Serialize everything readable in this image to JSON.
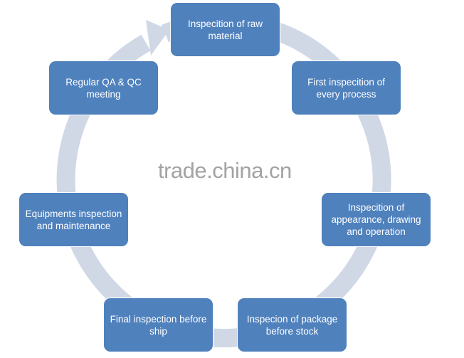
{
  "diagram": {
    "type": "cycle",
    "ring_color": "#d0d8e6",
    "box_color": "#4f81bd",
    "steps": [
      {
        "label": "Inspecition of raw material"
      },
      {
        "label": "First inspecition of every process"
      },
      {
        "label": "Inspecition of appearance, drawing and operation"
      },
      {
        "label": "Inspecion of package before stock"
      },
      {
        "label": "Final inspection before ship"
      },
      {
        "label": "Equipments inspection and maintenance"
      },
      {
        "label": "Regular QA & QC meeting"
      }
    ]
  },
  "watermark": "trade.china.cn"
}
